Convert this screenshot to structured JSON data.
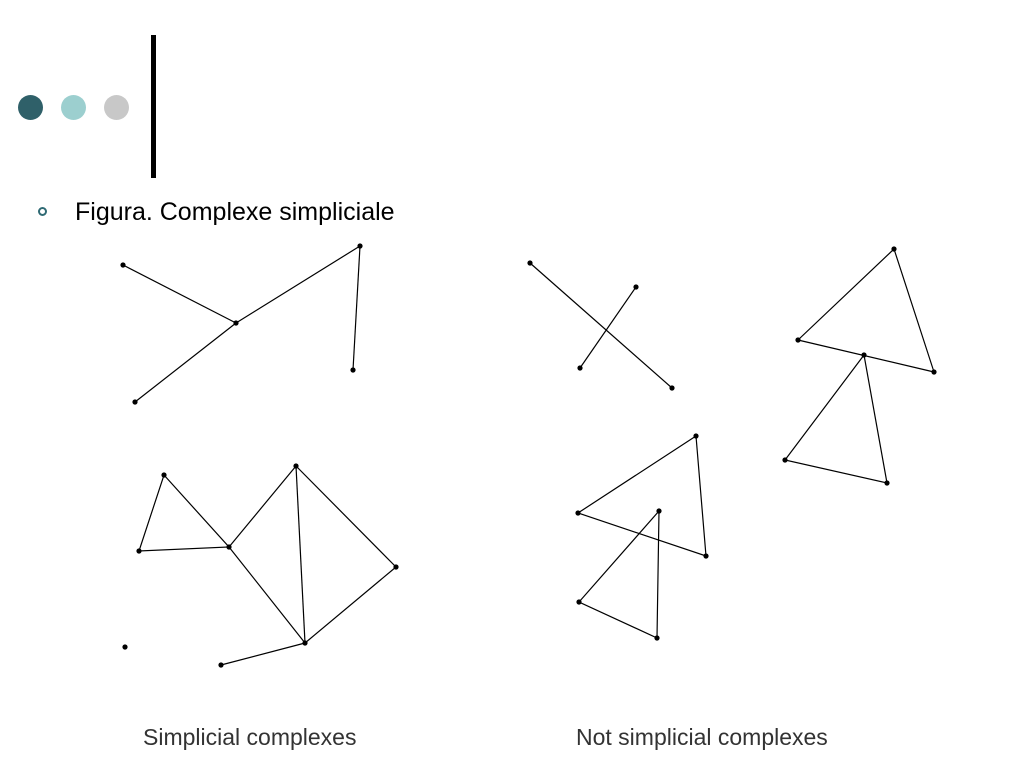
{
  "header": {
    "dots": [
      {
        "name": "dark-teal",
        "color": "#2f6069"
      },
      {
        "name": "light-teal",
        "color": "#9ccfcf"
      },
      {
        "name": "light-gray",
        "color": "#c8c8c8"
      }
    ],
    "bullet_color": "#2f6a74"
  },
  "content": {
    "heading": "Figura. Complexe simpliciale"
  },
  "figure": {
    "caption_left": "Simplicial complexes",
    "caption_right": "Not simplicial complexes",
    "line_color": "#000000"
  }
}
